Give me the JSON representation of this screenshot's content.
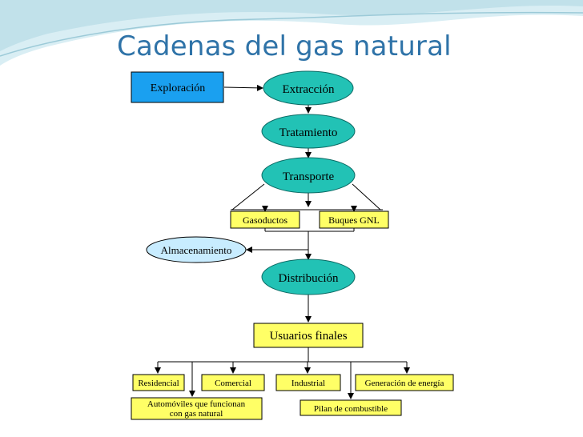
{
  "title": "Cadenas del gas natural",
  "colors": {
    "title": "#2f73a8",
    "teal_fill": "#22c2b5",
    "yellow_fill": "#ffff66",
    "blue_fill": "#1aa0f0",
    "light_blue_fill": "#c8ecff",
    "stroke": "#0b6a64",
    "wave_dark": "#b6dbe6",
    "wave_light": "#d9eef4"
  },
  "icons": {
    "connector": "arrowhead"
  },
  "diagram": {
    "exploracion": "Exploración",
    "extraccion": "Extracción",
    "tratamiento": "Tratamiento",
    "transporte": "Transporte",
    "gasoductos": "Gasoductos",
    "buques_gnl": "Buques GNL",
    "almacenamiento": "Almacenamiento",
    "distribucion": "Distribución",
    "usuarios_finales": "Usuarios finales",
    "residencial": "Residencial",
    "comercial": "Comercial",
    "industrial": "Industrial",
    "generacion_energia": "Generación de energía",
    "automoviles_1": "Automóviles que funcionan",
    "automoviles_2": "con gas natural",
    "pilan_combustible": "Pilan de combustible"
  }
}
